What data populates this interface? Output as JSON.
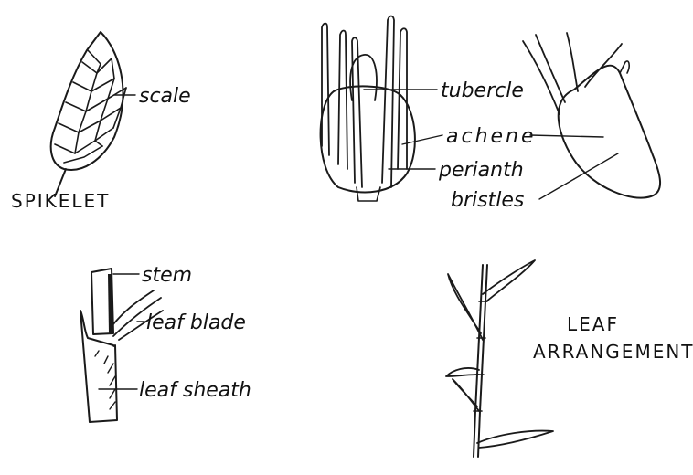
{
  "labels": {
    "scale": "scale",
    "spikelet": "SPIKELET",
    "tubercle": "tubercle",
    "achene": "achene",
    "perianth": "perianth",
    "bristles": "bristles",
    "stem": "stem",
    "leaf_blade": "leaf blade",
    "leaf_sheath": "leaf sheath",
    "leaf_arrangement_line1": "LEAF",
    "leaf_arrangement_line2": "ARRANGEMENT"
  },
  "colors": {
    "ink": "#1a1a1a",
    "background": "#ffffff"
  }
}
